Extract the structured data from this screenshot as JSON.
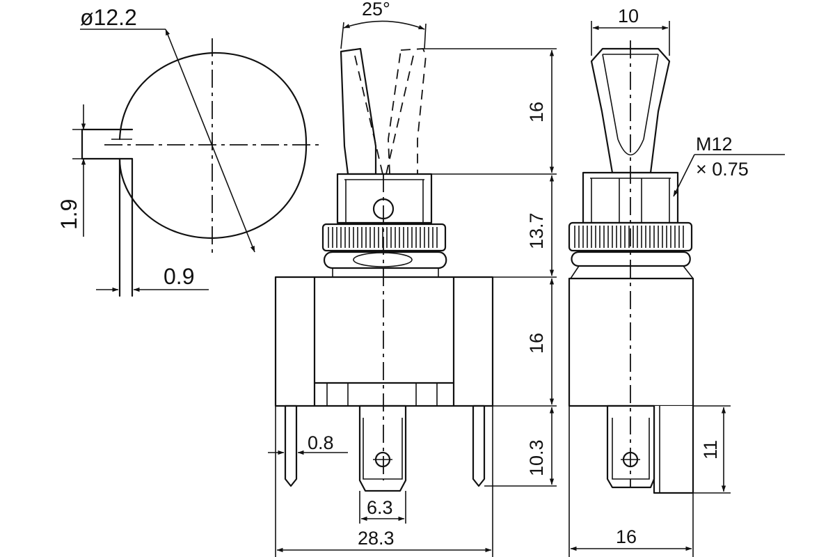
{
  "dimensions": {
    "diameter": "ø12.2",
    "pin_width": "1.9",
    "pin_thickness": "0.9",
    "angle": "25°",
    "lever_length": "16",
    "bushing_height": "13.7",
    "body_height": "16",
    "terminal_length": "10.3",
    "terminal_thickness": "0.8",
    "terminal_width": "6.3",
    "body_width": "28.3",
    "lever_width": "10",
    "thread_size": "M12",
    "thread_pitch": "× 0.75",
    "side_terminal_length": "11",
    "side_body_width": "16"
  }
}
